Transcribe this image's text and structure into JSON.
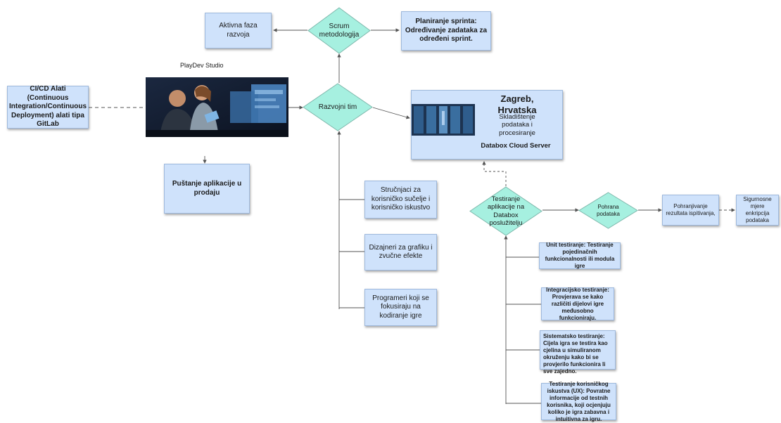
{
  "nodes": {
    "aktivna": "Aktivna faza razvoja",
    "scrum": "Scrum metodologija",
    "planiranje": "Planiranje sprinta: Određivanje zadataka za određeni sprint.",
    "studio_title": "PlayDev Studio",
    "cicd": "CI/CD Alati (Continuous Integration/Continuous Deployment) alati tipa GitLab",
    "razvojni": "Razvojni tim",
    "pustanje": "Puštanje aplikacije u prodaju",
    "zagreb": "Zagreb, Hrvatska",
    "skladistenje": "Skladištenje podataka i procesiranje",
    "databox": "Databox Cloud Server",
    "strucnjaci": "Stručnjaci za korisničko sučelje i korisničko iskustvo",
    "dizajneri": "Dizajneri  za grafiku i zvučne efekte",
    "programeri": "Programeri koji se fokusiraju na kodiranje igre",
    "testiranje": "Testiranje aplikacije na Databox poslužitelju",
    "pohrana": "Pohrana podataka",
    "pohranjivanje": "Pohranjivanje rezultata ispitivanja,",
    "sigurnosne": "Sigurnosne mjere enkripcija podataka",
    "unit": "Unit testiranje: Testiranje pojedinačnih funkcionalnosti ili modula igre",
    "integracijsko": "Integracijsko testiranje: Provjerava se kako različiti dijelovi igre međusobno funkcioniraju.",
    "sistematsko": "Sistematsko testiranje: Cijela igra se testira kao cjelina u simuliranom okruženju kako bi se provjerilo funkcionira li sve zajedno.",
    "ux": "Testiranje korisničkog iskustva (UX): Povratne informacije od testnih korisnika, koji ocjenjuju koliko je igra zabavna i intuitivna za igru."
  },
  "colors": {
    "box_fill": "#cfe2fb",
    "diamond_fill": "#a6f0e0",
    "line": "#555555"
  }
}
